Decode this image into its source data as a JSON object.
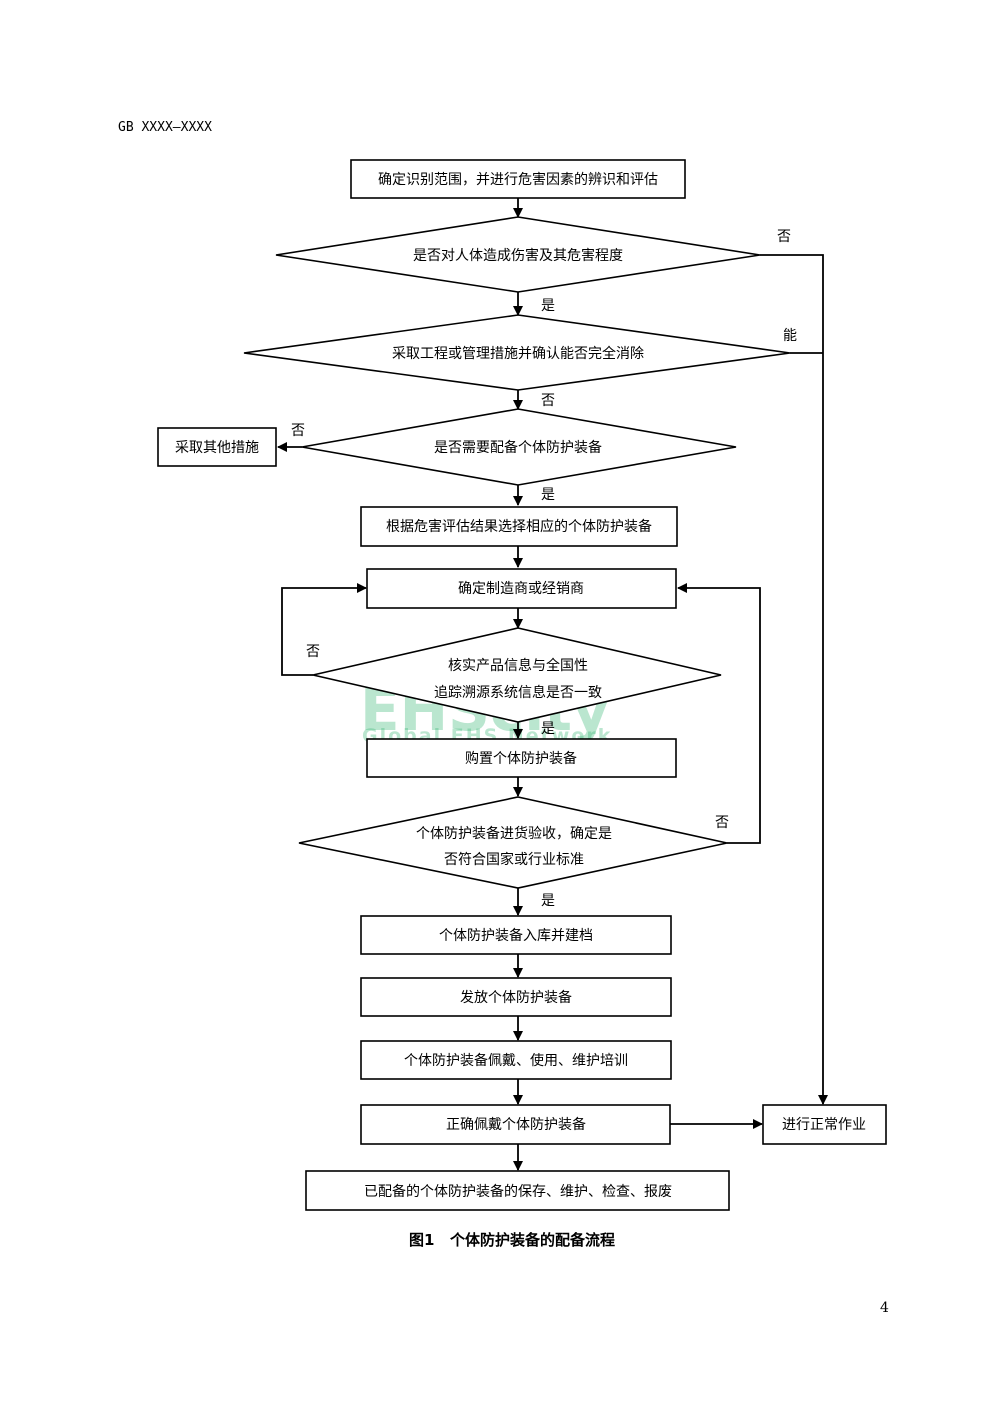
{
  "header": {
    "doc_code": "GB XXXX—XXXX"
  },
  "page_number": "4",
  "caption": "图1   个体防护装备的配备流程",
  "watermark": {
    "main": "EHScity",
    "sub": "Global EHS Network"
  },
  "nodes": {
    "n1": "确定识别范围，并进行危害因素的辨识和评估",
    "d1": "是否对人体造成伤害及其危害程度",
    "d2": "采取工程或管理措施并确认能否完全消除",
    "d3": "是否需要配备个体防护装备",
    "other": "采取其他措施",
    "n2": "根据危害评估结果选择相应的个体防护装备",
    "n3": "确定制造商或经销商",
    "d4_line1": "核实产品信息与全国性",
    "d4_line2": "追踪溯源系统信息是否一致",
    "n4": "购置个体防护装备",
    "d5_line1": "个体防护装备进货验收，确定是",
    "d5_line2": "否符合国家或行业标准",
    "n5": "个体防护装备入库并建档",
    "n6": "发放个体防护装备",
    "n7": "个体防护装备佩戴、使用、维护培训",
    "n8": "正确佩戴个体防护装备",
    "normal": "进行正常作业",
    "n9": "已配备的个体防护装备的保存、维护、检查、报废"
  },
  "edge_labels": {
    "d1_no": "否",
    "d1_yes": "是",
    "d2_can": "能",
    "d2_no": "否",
    "d3_no": "否",
    "d3_yes": "是",
    "d4_no": "否",
    "d4_yes": "是",
    "d5_no": "否",
    "d5_yes": "是"
  }
}
